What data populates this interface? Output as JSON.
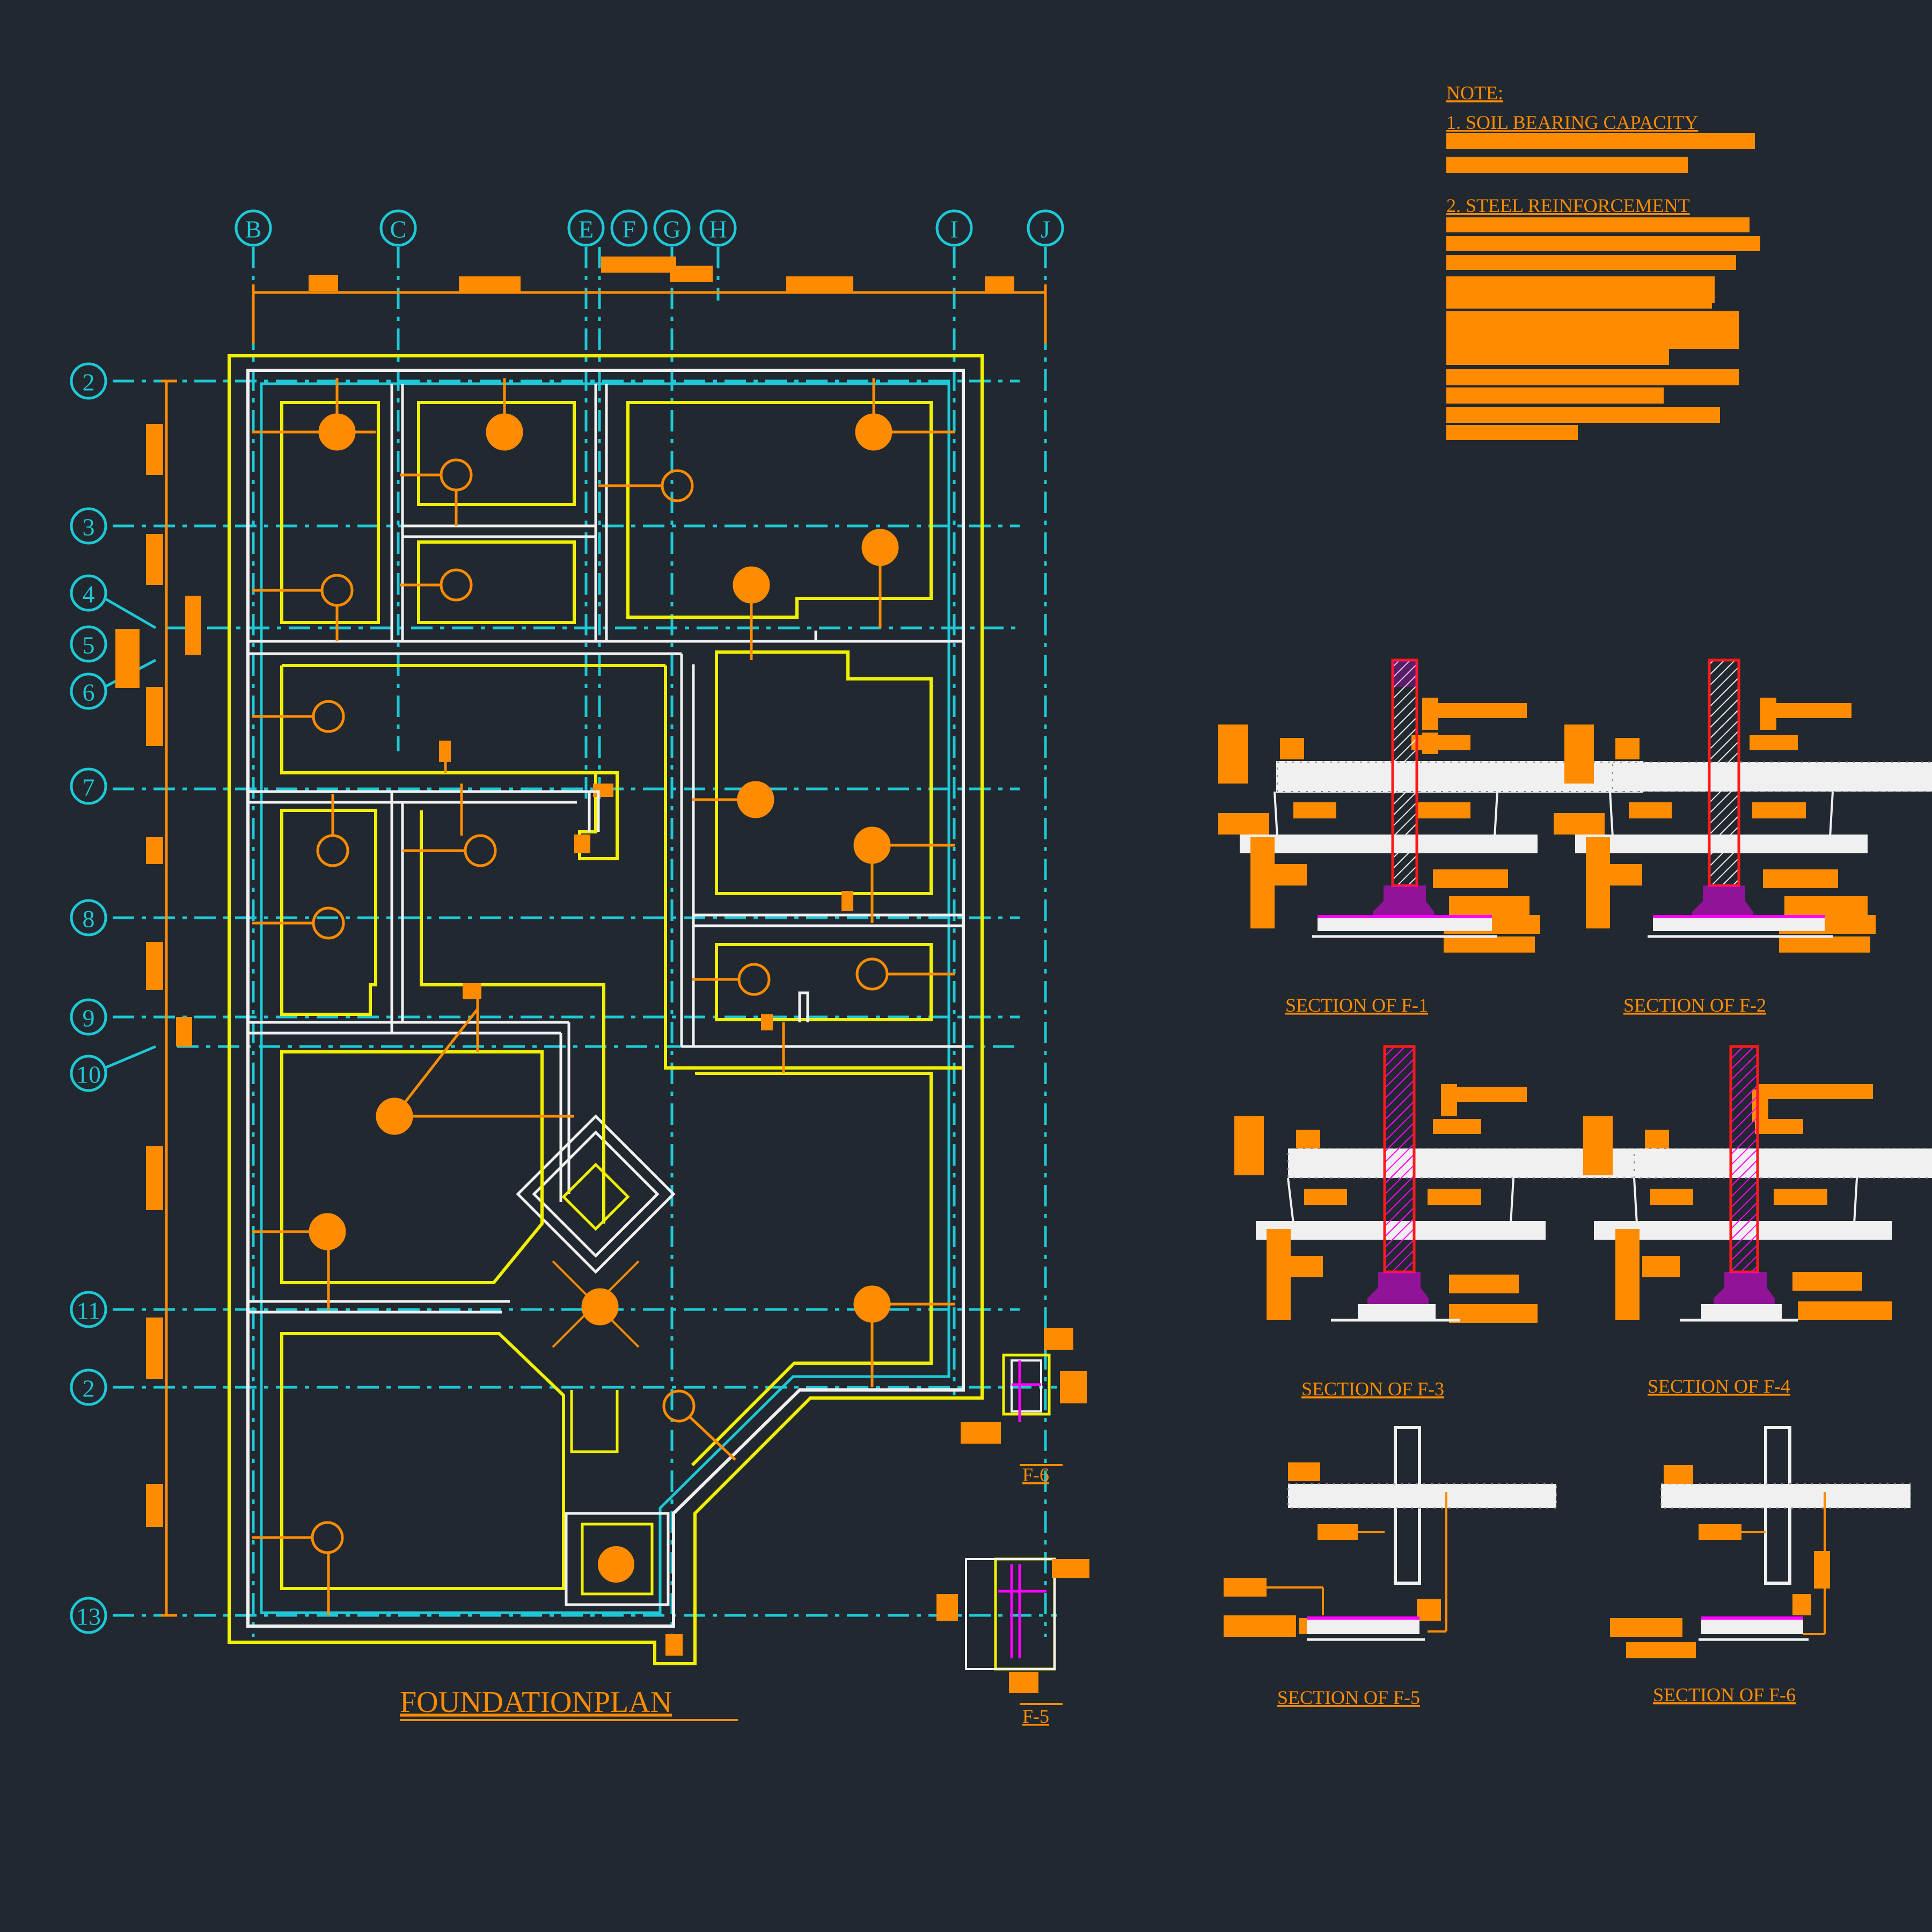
{
  "drawing": {
    "plan_title": "FOUNDATIONPLAN",
    "notes": {
      "heading": "NOTE:",
      "item1": "1.  SOIL BEARING CAPACITY",
      "item2": "2.  STEEL REINFORCEMENT"
    },
    "grid_columns": [
      "B",
      "C",
      "E",
      "F",
      "G",
      "H",
      "I",
      "J"
    ],
    "grid_rows": [
      "2",
      "3",
      "4",
      "5",
      "6",
      "7",
      "8",
      "9",
      "10",
      "11",
      "2",
      "13"
    ],
    "detail_tags": [
      "F-6",
      "F-5"
    ],
    "sections": [
      "SECTION OF  F-1",
      "SECTION OF  F-2",
      "SECTION OF  F-3",
      "SECTION OF  F-4",
      "SECTION OF  F-5",
      "SECTION OF  F-6"
    ],
    "colors": {
      "background": "#212830",
      "cyan": "#1ec8d6",
      "yellow": "#f0f000",
      "orange": "#ff8c00",
      "white": "#f0f0f0",
      "magenta": "#ff00ff",
      "red": "#ff1a1a"
    }
  }
}
